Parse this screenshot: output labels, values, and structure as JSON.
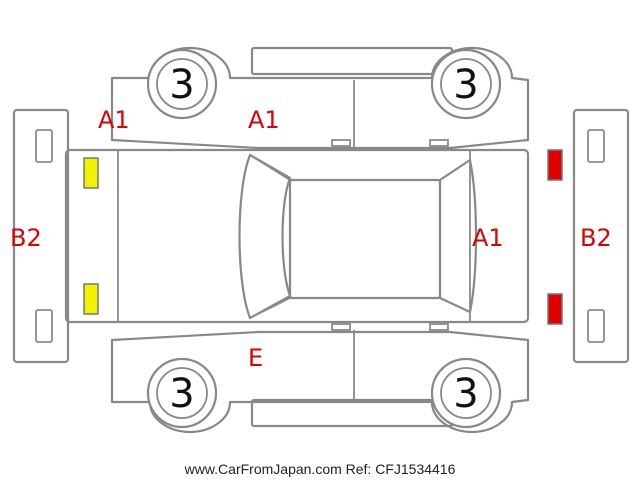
{
  "colors": {
    "outline": "#888888",
    "damage_text": "#e00000",
    "yellow_marker": "#f2f200",
    "red_marker": "#e00000"
  },
  "wheels": {
    "front_left": "3",
    "rear_left": "3",
    "front_right": "3",
    "rear_right": "3"
  },
  "damage_labels": {
    "left_front_corner": "A1",
    "left_door_front": "A1",
    "rear_panel": "A1",
    "front_bumper": "B2",
    "rear_bumper": "B2",
    "right_door_front": "E"
  },
  "markers": {
    "front_lights": "yellow",
    "rear_lights": "red"
  },
  "footer_text": "www.CarFromJapan.com Ref: CFJ1534416"
}
